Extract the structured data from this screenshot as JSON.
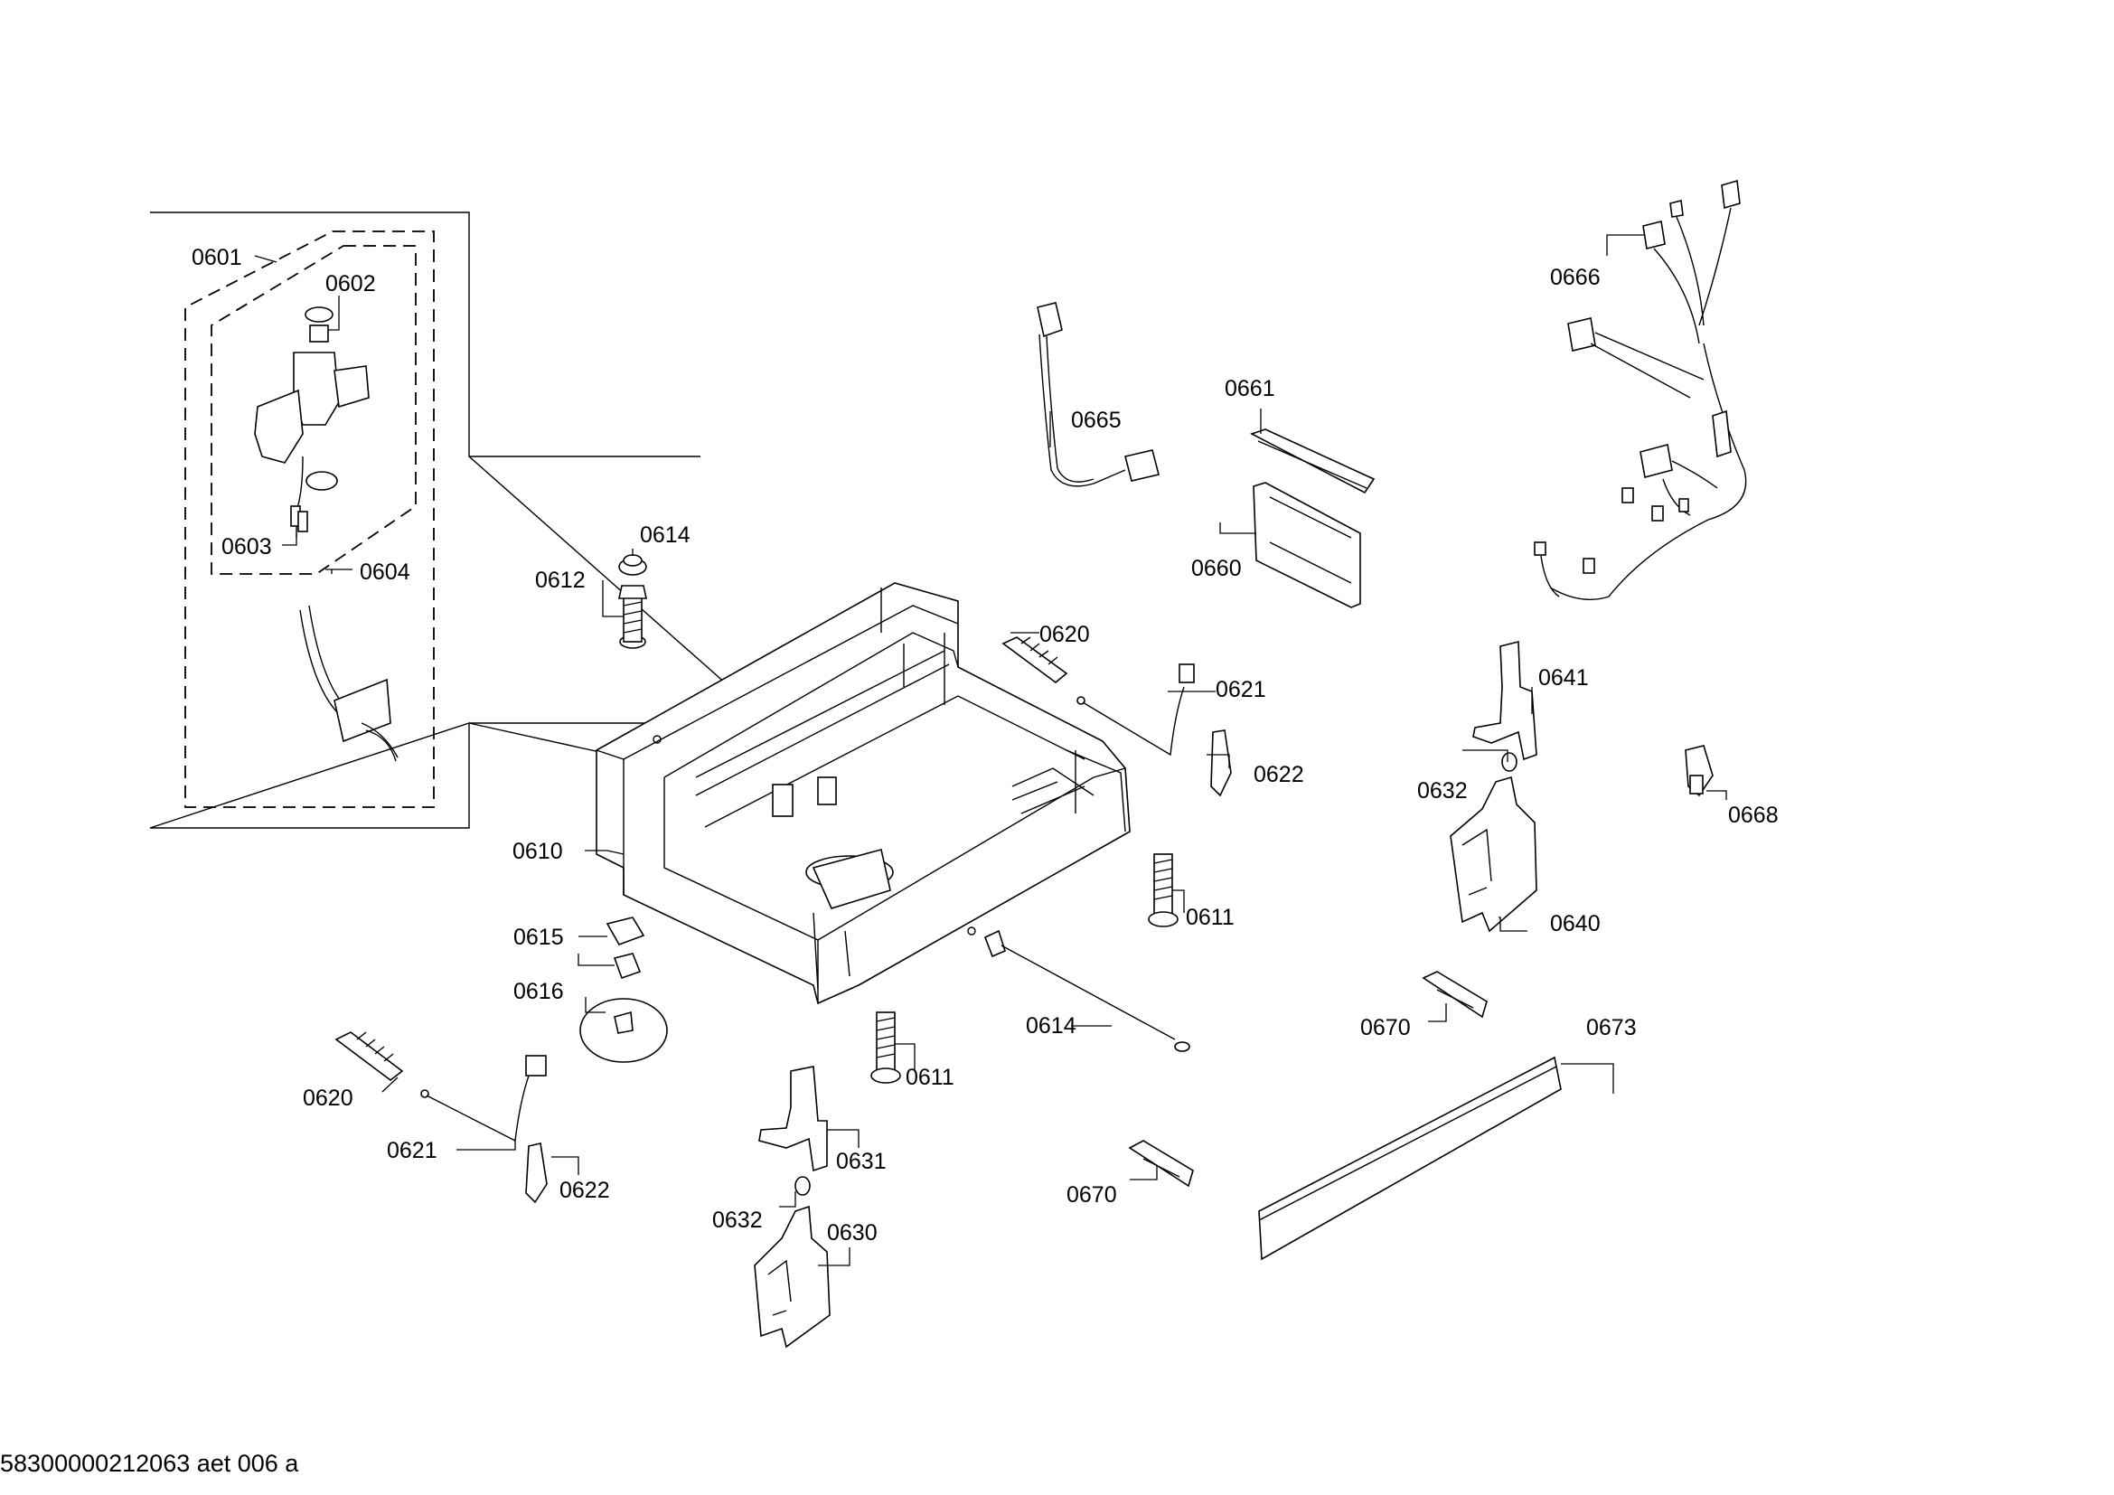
{
  "labels": {
    "p0601": "0601",
    "p0602": "0602",
    "p0603": "0603",
    "p0604": "0604",
    "p0610": "0610",
    "p0611a": "0611",
    "p0611b": "0611",
    "p0612": "0612",
    "p0614a": "0614",
    "p0614b": "0614",
    "p0615": "0615",
    "p0616": "0616",
    "p0620a": "0620",
    "p0620b": "0620",
    "p0621a": "0621",
    "p0621b": "0621",
    "p0622a": "0622",
    "p0622b": "0622",
    "p0630": "0630",
    "p0631": "0631",
    "p0632a": "0632",
    "p0632b": "0632",
    "p0640": "0640",
    "p0641": "0641",
    "p0660": "0660",
    "p0661": "0661",
    "p0665": "0665",
    "p0666": "0666",
    "p0668": "0668",
    "p0670a": "0670",
    "p0670b": "0670",
    "p0673": "0673"
  },
  "footer": "58300000212063 aet 006 a"
}
